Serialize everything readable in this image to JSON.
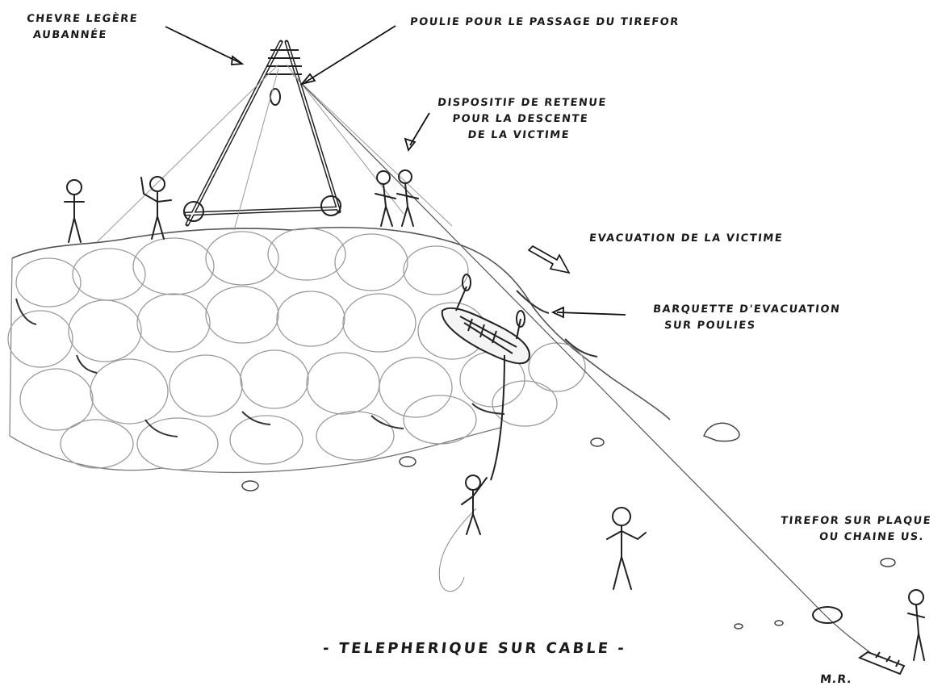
{
  "labels": {
    "chevre": [
      "CHEVRE LEGÈRE",
      "AUBANNÉE"
    ],
    "poulie": "POULIE POUR LE PASSAGE DU TIREFOR",
    "dispositif": [
      "DISPOSITIF DE RETENUE",
      "POUR LA DESCENTE",
      "DE LA VICTIME"
    ],
    "evacuation": "EVACUATION DE LA VICTIME",
    "barquette": [
      "BARQUETTE D'EVACUATION",
      "SUR POULIES"
    ],
    "tirefor": [
      "TIREFOR SUR PLAQUE",
      "OU CHAINE US."
    ],
    "title": "- TELEPHERIQUE SUR CABLE -",
    "signature": "M.R."
  },
  "colors": {
    "ink": "#1a1a1a",
    "pencil": "#9a9a9a",
    "light_pencil": "#c4c4c4"
  }
}
